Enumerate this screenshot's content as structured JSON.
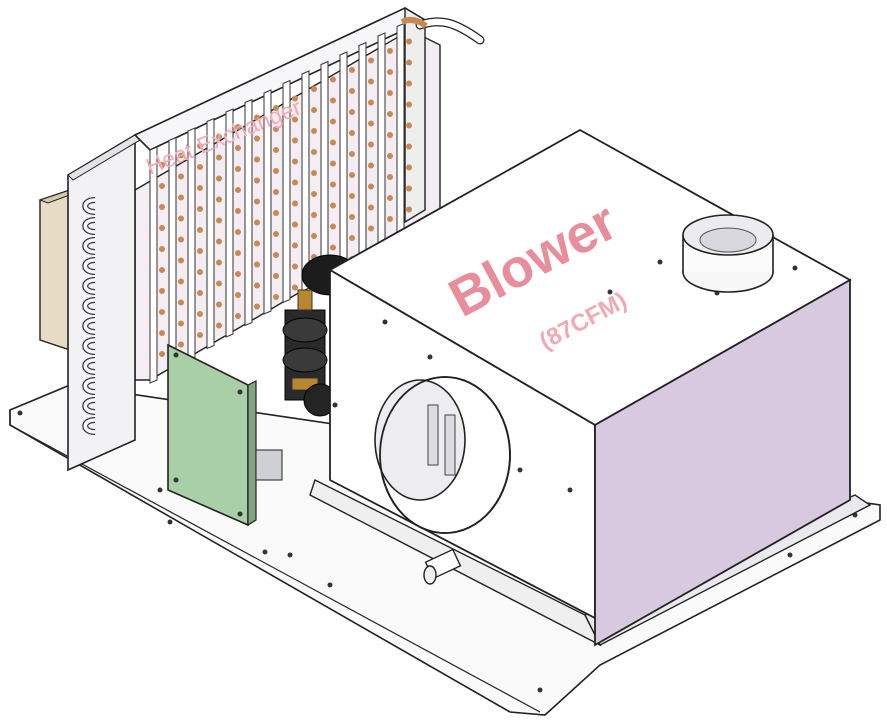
{
  "labels": {
    "heat_exchanger": "Heat Exchanger",
    "blower": "Blower",
    "blower_rating": "(87CFM)"
  },
  "colors": {
    "label_pink": "#f3a9b4",
    "label_pink_dark": "#e88d9b",
    "blower_side": "#d9c9e0",
    "pcb_green": "#a8cfa6",
    "copper": "#c78a55",
    "brass": "#b8862e",
    "outline": "#222222"
  }
}
